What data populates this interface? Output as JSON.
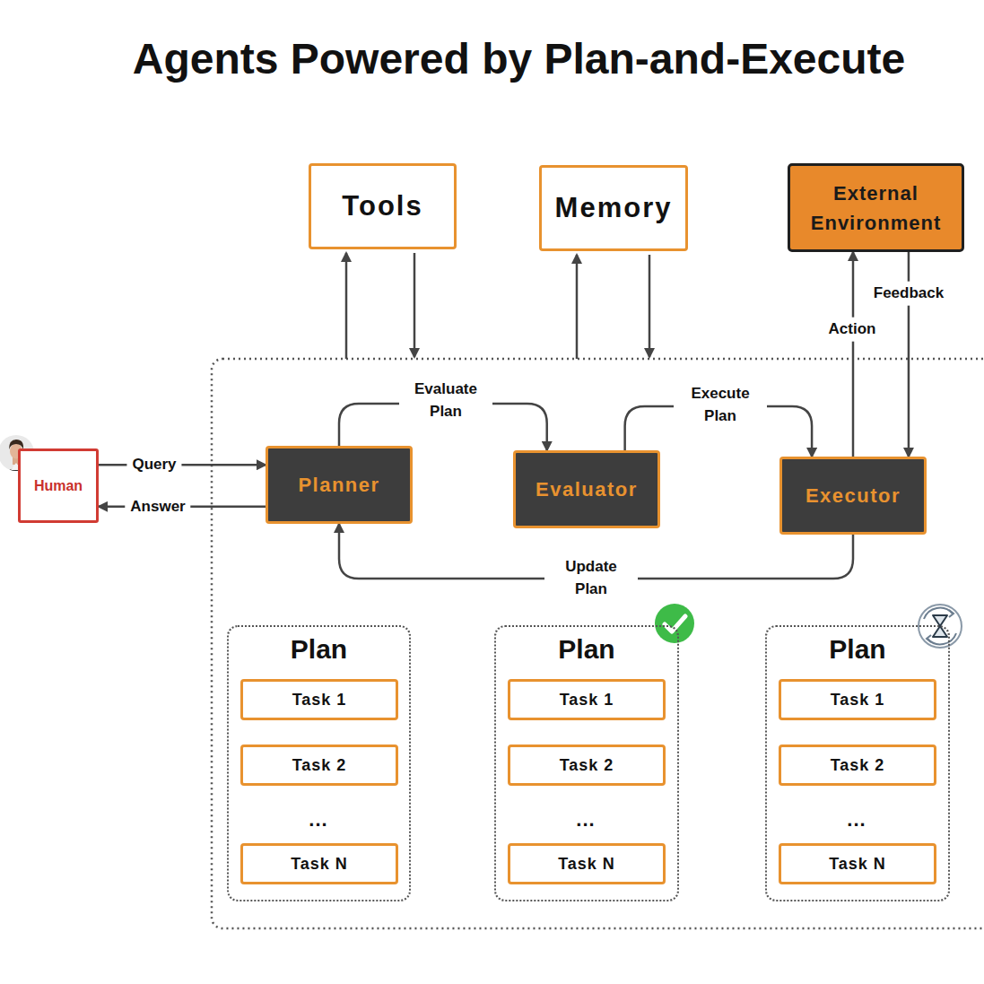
{
  "diagram": {
    "title": "Agents Powered by Plan-and-Execute",
    "nodes": [
      {
        "text": [
          "Tools"
        ]
      },
      {
        "text": [
          "Memory"
        ]
      },
      {
        "text": [
          "External Environment"
        ]
      },
      {
        "text": [
          "Human"
        ]
      },
      {
        "text": [
          "Planner"
        ]
      },
      {
        "text": [
          "Evaluator"
        ]
      },
      {
        "text": [
          "Executor"
        ]
      },
      {
        "text": [
          "Plan"
        ]
      },
      {
        "text": [
          "Task 1"
        ],
        "in": 7
      },
      {
        "text": [
          "Task 2"
        ],
        "in": 7
      },
      {
        "text": [
          "Task N"
        ],
        "in": 7
      },
      {
        "text": [
          "Plan"
        ]
      },
      {
        "text": [
          "Task 1"
        ],
        "in": 11
      },
      {
        "text": [
          "Task 2"
        ],
        "in": 11
      },
      {
        "text": [
          "Task N"
        ],
        "in": 11
      },
      {
        "text": [
          "Plan"
        ]
      },
      {
        "text": [
          "Task 1"
        ],
        "in": 15
      },
      {
        "text": [
          "Task 2"
        ],
        "in": 15
      },
      {
        "text": [
          "Task N"
        ],
        "in": 15
      }
    ],
    "edges": [
      {
        "from": 3,
        "to": 4,
        "label": "Query",
        "arrow": "to"
      },
      {
        "from": 4,
        "to": 3,
        "label": "Answer",
        "arrow": "to"
      },
      {
        "from": 4,
        "to": 5,
        "label": "Evaluate Plan",
        "arrow": "to"
      },
      {
        "from": 5,
        "to": 6,
        "label": "Execute Plan",
        "arrow": "to"
      },
      {
        "from": 6,
        "to": 4,
        "label": "Update Plan",
        "arrow": "to"
      },
      {
        "from": 6,
        "to": 2,
        "label": "Action",
        "arrow": "to"
      },
      {
        "from": 2,
        "to": 6,
        "label": "Feedback",
        "arrow": "to"
      }
    ],
    "labels": [
      "...",
      "...",
      "..."
    ]
  }
}
